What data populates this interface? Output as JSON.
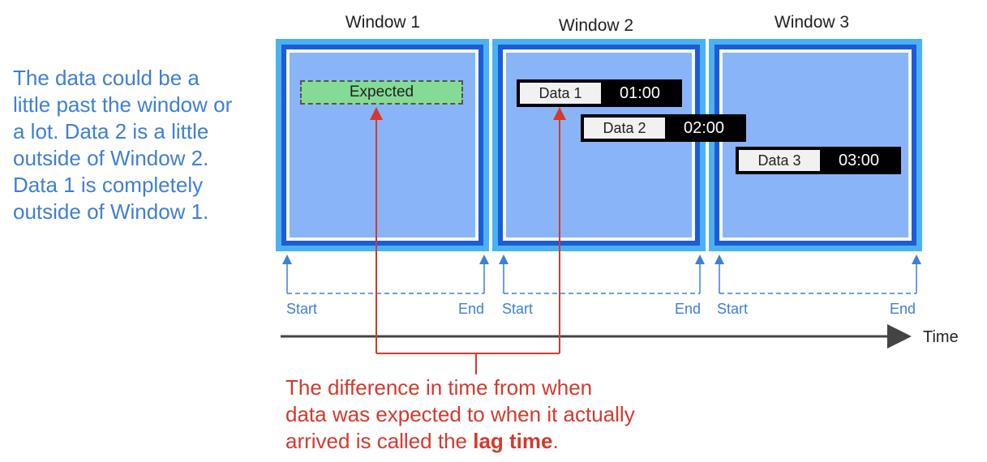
{
  "side_note": {
    "lines": [
      "The data could be a",
      "little past the window or",
      "a lot. Data 2 is a little",
      "outside of Window 2.",
      "Data 1 is completely",
      "outside of Window 1."
    ]
  },
  "windows": [
    {
      "title": "Window 1",
      "start": "Start",
      "end": "End"
    },
    {
      "title": "Window 2",
      "start": "Start",
      "end": "End"
    },
    {
      "title": "Window 3",
      "start": "Start",
      "end": "End"
    }
  ],
  "expected_label": "Expected",
  "data_items": [
    {
      "label": "Data 1",
      "time": "01:00"
    },
    {
      "label": "Data 2",
      "time": "02:00"
    },
    {
      "label": "Data 3",
      "time": "03:00"
    }
  ],
  "axis_label": "Time",
  "lag_note": {
    "line1": "The difference in time from when",
    "line2": "data was expected to when it actually",
    "line3_prefix": "arrived is called the ",
    "line3_bold": "lag time",
    "line3_suffix": "."
  },
  "colors": {
    "window_border_outer": "#4ab1f3",
    "window_border_inner": "#1e5bd6",
    "window_fill": "#8ab4f8",
    "expected_fill": "#84db95",
    "annotation_blue": "#3f7fd4",
    "lag_red": "#d4392d"
  }
}
